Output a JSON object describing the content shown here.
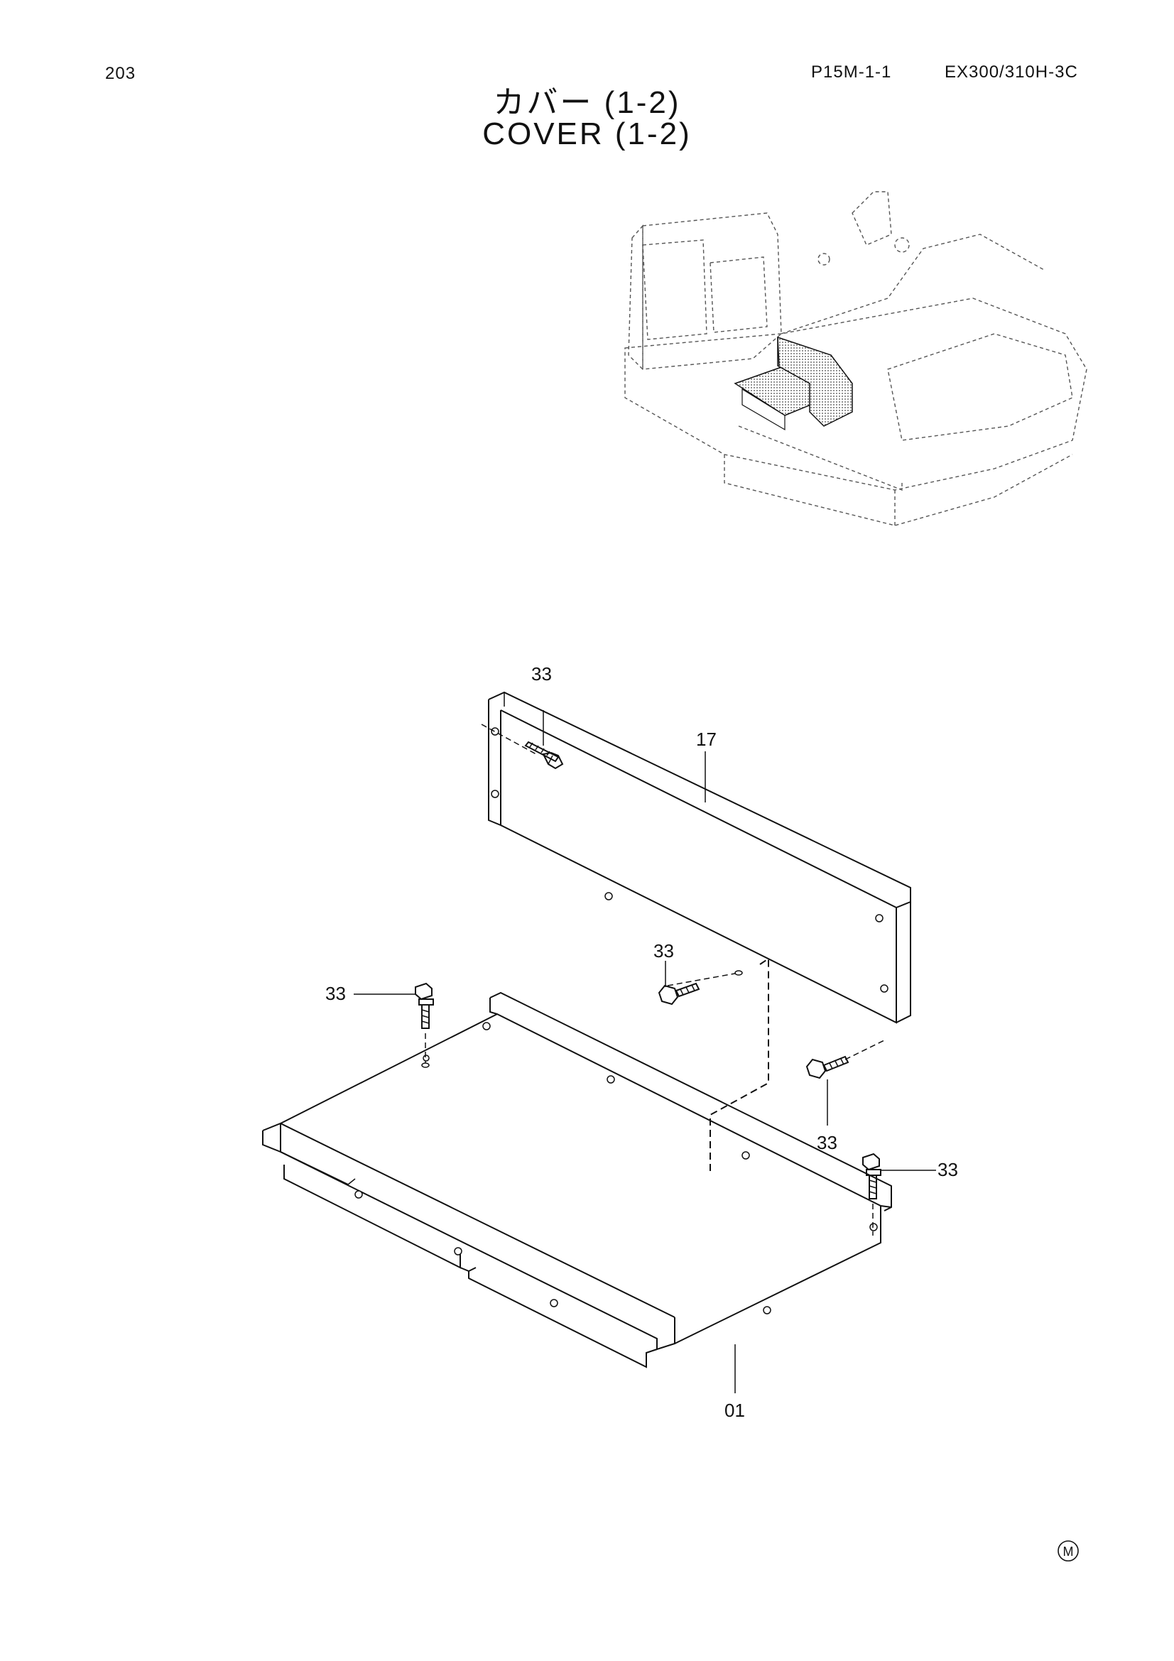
{
  "header": {
    "page_number": "203",
    "figure_code": "P15M-1-1",
    "model": "EX300/310H-3C"
  },
  "title": {
    "japanese": "カバー (1-2)",
    "english": "COVER (1-2)"
  },
  "callouts": {
    "bolt_top": "33",
    "cover_upper": "17",
    "bolt_left": "33",
    "bolt_middle": "33",
    "bolt_right_lower": "33",
    "bolt_right": "33",
    "cover_lower": "01"
  },
  "footer": {
    "mark": "M"
  }
}
